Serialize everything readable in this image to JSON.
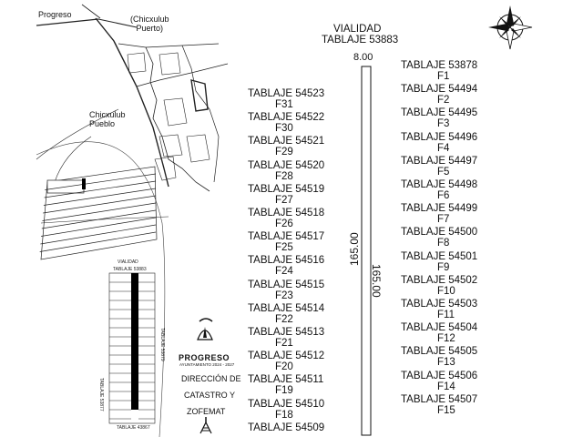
{
  "places": {
    "progreso": "Progreso",
    "chicxulub_puerto": "(Chicxulub\nPuerto)",
    "chicxulub_pueblo": "Chicxulub\nPueblo"
  },
  "road": {
    "title": "VIALIDAD",
    "tablaje": "TABLAJE 53883",
    "width": "8.00",
    "length_left": "165.00",
    "length_right": "165.00"
  },
  "left_lots": [
    {
      "tablaje": "TABLAJE 54523",
      "lot": "F31"
    },
    {
      "tablaje": "TABLAJE 54522",
      "lot": "F30"
    },
    {
      "tablaje": "TABLAJE 54521",
      "lot": "F29"
    },
    {
      "tablaje": "TABLAJE 54520",
      "lot": "F28"
    },
    {
      "tablaje": "TABLAJE 54519",
      "lot": "F27"
    },
    {
      "tablaje": "TABLAJE 54518",
      "lot": "F26"
    },
    {
      "tablaje": "TABLAJE 54517",
      "lot": "F25"
    },
    {
      "tablaje": "TABLAJE 54516",
      "lot": "F24"
    },
    {
      "tablaje": "TABLAJE 54515",
      "lot": "F23"
    },
    {
      "tablaje": "TABLAJE 54514",
      "lot": "F22"
    },
    {
      "tablaje": "TABLAJE 54513",
      "lot": "F21"
    },
    {
      "tablaje": "TABLAJE 54512",
      "lot": "F20"
    },
    {
      "tablaje": "TABLAJE 54511",
      "lot": "F19"
    },
    {
      "tablaje": "TABLAJE 54510",
      "lot": "F18"
    },
    {
      "tablaje": "TABLAJE 54509",
      "lot": ""
    }
  ],
  "right_lots": [
    {
      "tablaje": "TABLAJE 53878",
      "lot": "F1"
    },
    {
      "tablaje": "TABLAJE 54494",
      "lot": "F2"
    },
    {
      "tablaje": "TABLAJE 54495",
      "lot": "F3"
    },
    {
      "tablaje": "TABLAJE 54496",
      "lot": "F4"
    },
    {
      "tablaje": "TABLAJE 54497",
      "lot": "F5"
    },
    {
      "tablaje": "TABLAJE 54498",
      "lot": "F6"
    },
    {
      "tablaje": "TABLAJE 54499",
      "lot": "F7"
    },
    {
      "tablaje": "TABLAJE 54500",
      "lot": "F8"
    },
    {
      "tablaje": "TABLAJE 54501",
      "lot": "F9"
    },
    {
      "tablaje": "TABLAJE 54502",
      "lot": "F10"
    },
    {
      "tablaje": "TABLAJE 54503",
      "lot": "F11"
    },
    {
      "tablaje": "TABLAJE 54504",
      "lot": "F12"
    },
    {
      "tablaje": "TABLAJE 54505",
      "lot": "F13"
    },
    {
      "tablaje": "TABLAJE 54506",
      "lot": "F14"
    },
    {
      "tablaje": "TABLAJE 54507",
      "lot": "F15"
    }
  ],
  "mini_plan": {
    "title": "VIALIDAD",
    "top": "TABLAJE 53883",
    "left": "TABLAJE 53877",
    "right": "TABLAJE 53879",
    "bottom": "TABLAJE 43867"
  },
  "logo": {
    "name": "PROGRESO",
    "subtitle": "AYUNTAMIENTO 2024 - 2027"
  },
  "office": {
    "line1": "DIRECCIÓN DE",
    "line2": "CATASTRO Y",
    "line3": "ZOFEMAT"
  },
  "icons": [
    "compass-rose-icon",
    "lighthouse-icon"
  ]
}
